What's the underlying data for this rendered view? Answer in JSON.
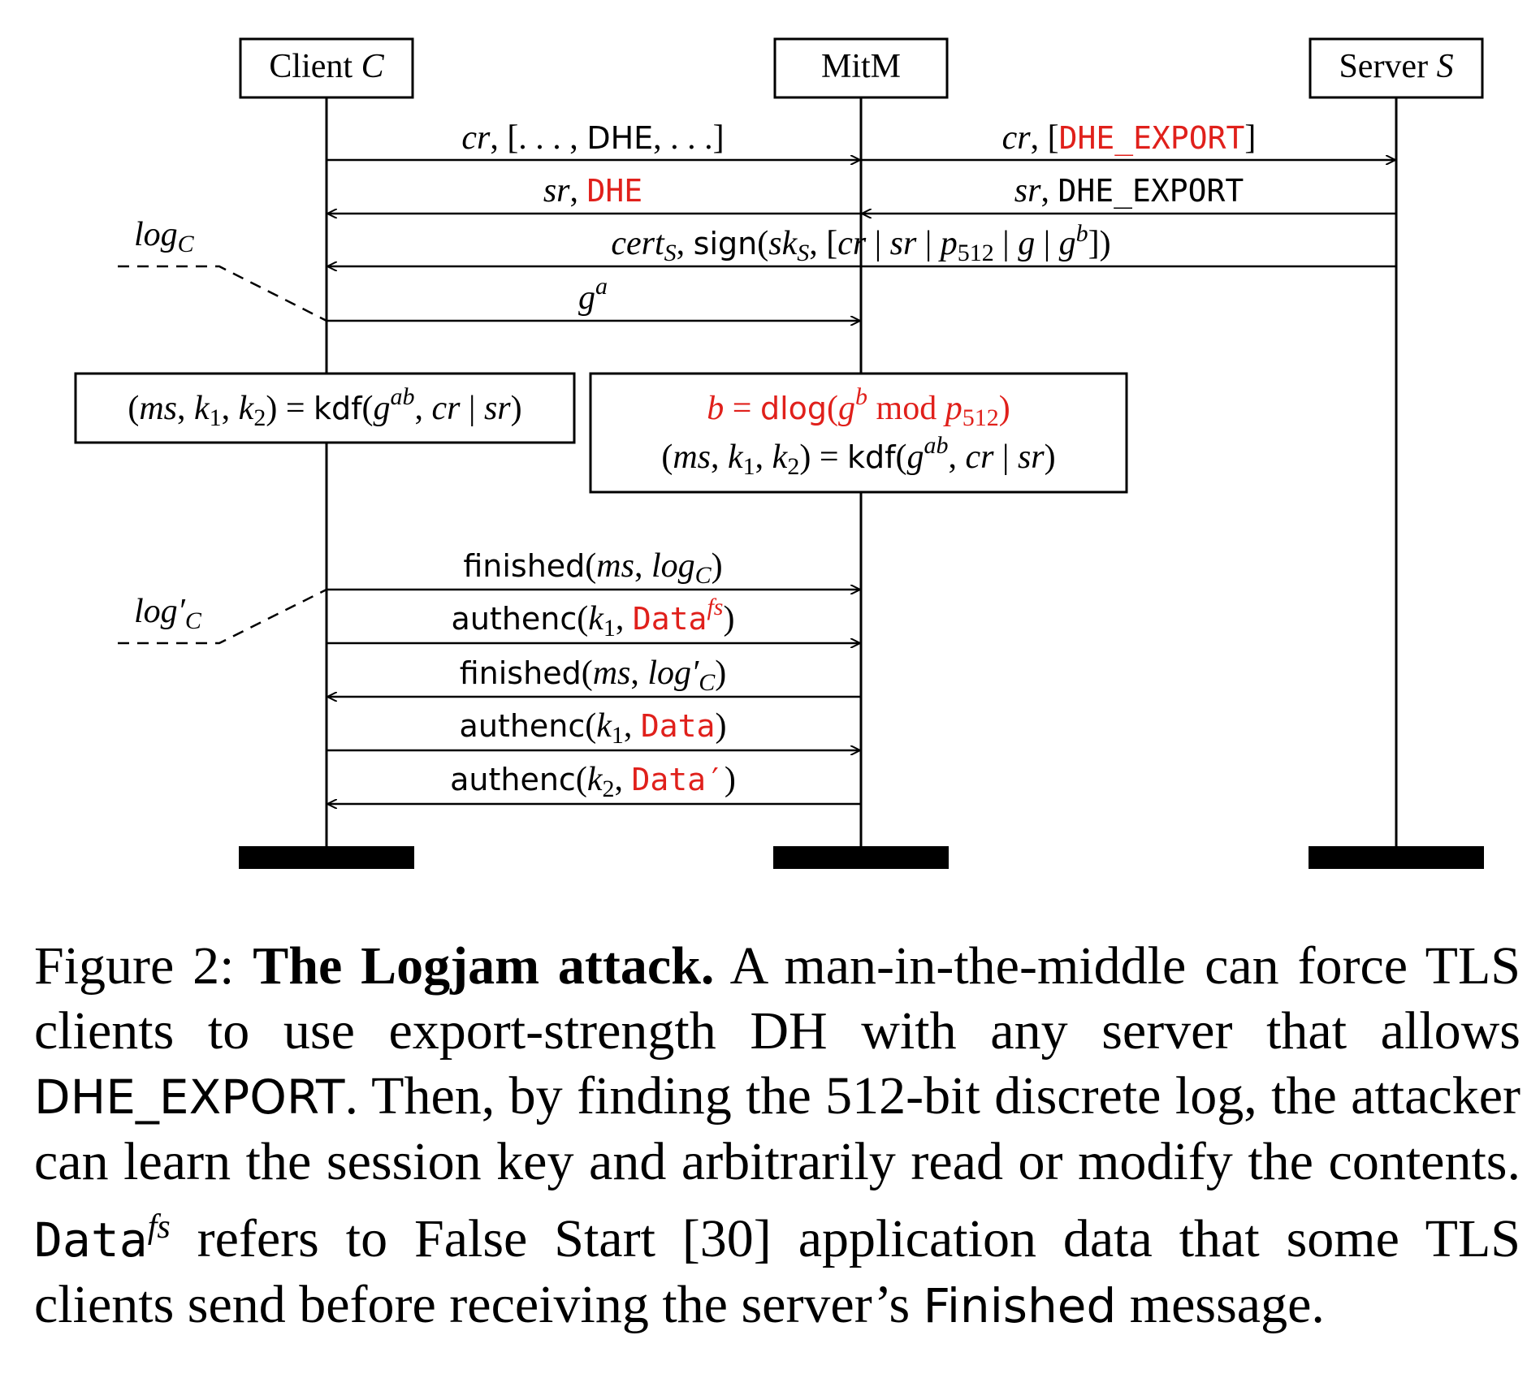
{
  "participants": {
    "client": "Client C",
    "mitm": "MitM",
    "server": "Server S"
  },
  "messages": {
    "m1_left": "cr, [. . . , DHE, . . .]",
    "m1_right_pre": "cr, [",
    "m1_right_red": "DHE_EXPORT",
    "m1_right_post": "]",
    "m2_left_pre": "sr, ",
    "m2_left_red": "DHE",
    "m2_right": "sr, DHE_EXPORT",
    "m3": "certS, sign(skS, [cr | sr | p512 | g | g^b])",
    "m4": "g^a",
    "m5": "finished(ms, logC)",
    "m6_pre": "authenc(k1, ",
    "m6_red": "Data^fs",
    "m6_post": ")",
    "m7": "finished(ms, log'C)",
    "m8_pre": "authenc(k1, ",
    "m8_red": "Data",
    "m8_post": ")",
    "m9_pre": "authenc(k2, ",
    "m9_red": "Data'",
    "m9_post": ")"
  },
  "logs": {
    "log_c": "logC",
    "log_c_prime": "log'C"
  },
  "boxes": {
    "client_kdf": "(ms, k1, k2) = kdf(g^ab, cr | sr)",
    "mitm_dlog": "b = dlog(g^b mod p512)",
    "mitm_kdf": "(ms, k1, k2) = kdf(g^ab, cr | sr)"
  },
  "caption": {
    "figure_label": "Figure 2: ",
    "title": "The Logjam attack.",
    "text1": " A man-in-the-middle can force TLS clients to use export-strength DH with any server that allows ",
    "mono1": "DHE_EXPORT",
    "text2": ". Then, by finding the 512-bit discrete log, the attacker can learn the session key and arbitrarily read or modify the contents. ",
    "mono2": "Data",
    "sup": "fs",
    "text3": " refers to False Start [30] application data that some TLS clients send before receiving the server’s ",
    "sans1": "Finished",
    "text4": " message."
  },
  "colors": {
    "attack_red": "#e0201b",
    "line": "#000000"
  }
}
